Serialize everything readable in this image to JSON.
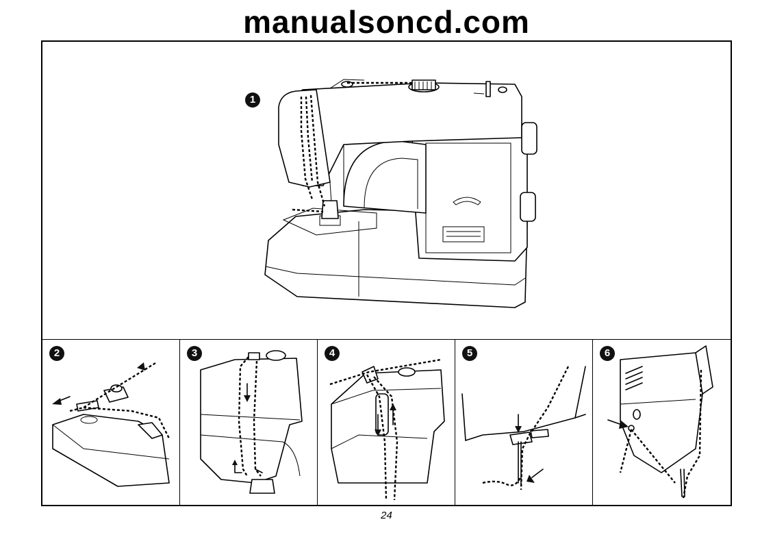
{
  "header": {
    "site_title": "manualsoncd.com"
  },
  "main_figure": {
    "step_badge": "1"
  },
  "steps": [
    {
      "badge": "2"
    },
    {
      "badge": "3"
    },
    {
      "badge": "4"
    },
    {
      "badge": "5"
    },
    {
      "badge": "6"
    }
  ],
  "footer": {
    "page_number": "24"
  }
}
